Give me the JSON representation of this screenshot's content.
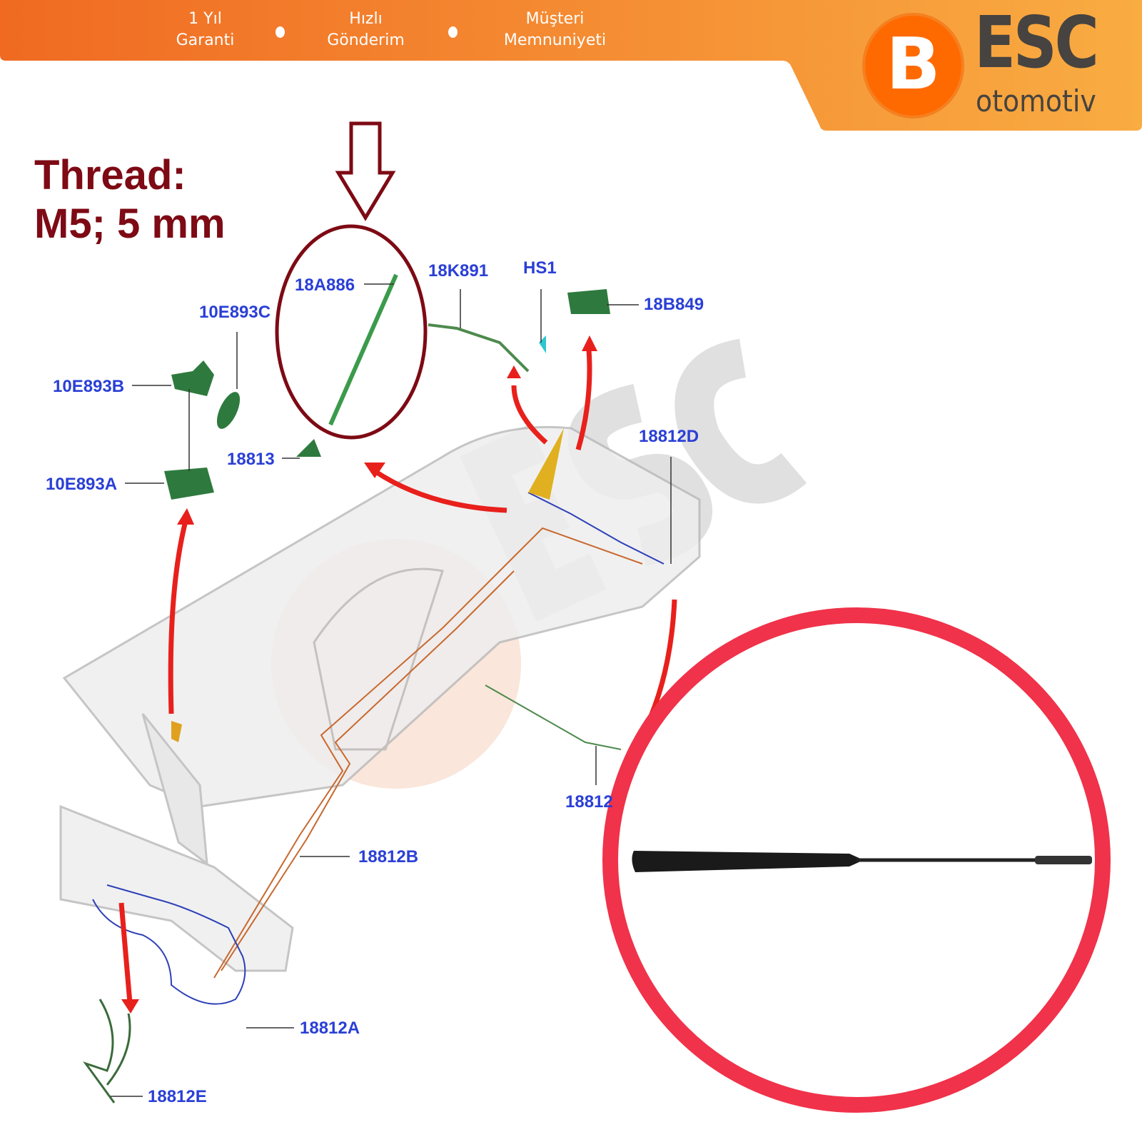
{
  "banner": {
    "features": [
      {
        "line1": "1 Yıl",
        "line2": "Garanti"
      },
      {
        "line1": "Hızlı",
        "line2": "Gönderim"
      },
      {
        "line1": "Müşteri",
        "line2": "Memnuniyeti"
      }
    ],
    "logo": {
      "mark": "B",
      "brand": "ESC",
      "sub": "otomotiv"
    },
    "colors": {
      "start": "#f06a22",
      "end": "#f9ac42",
      "logo_orange": "#ff6a00",
      "logo_gray": "#464340"
    }
  },
  "spec": {
    "line1": "Thread:",
    "line2": "M5; 5 mm"
  },
  "diagram": {
    "labels": [
      "18A886",
      "18K891",
      "HS1",
      "18B849",
      "10E893C",
      "10E893B",
      "10E893A",
      "18813",
      "18812D",
      "18812",
      "18812B",
      "18812A",
      "18812E"
    ]
  },
  "colors": {
    "label": "#2a3fd6",
    "highlight_ring": "#7d0a14",
    "product_ring": "#f0324a",
    "arrow": "#e8201c"
  }
}
